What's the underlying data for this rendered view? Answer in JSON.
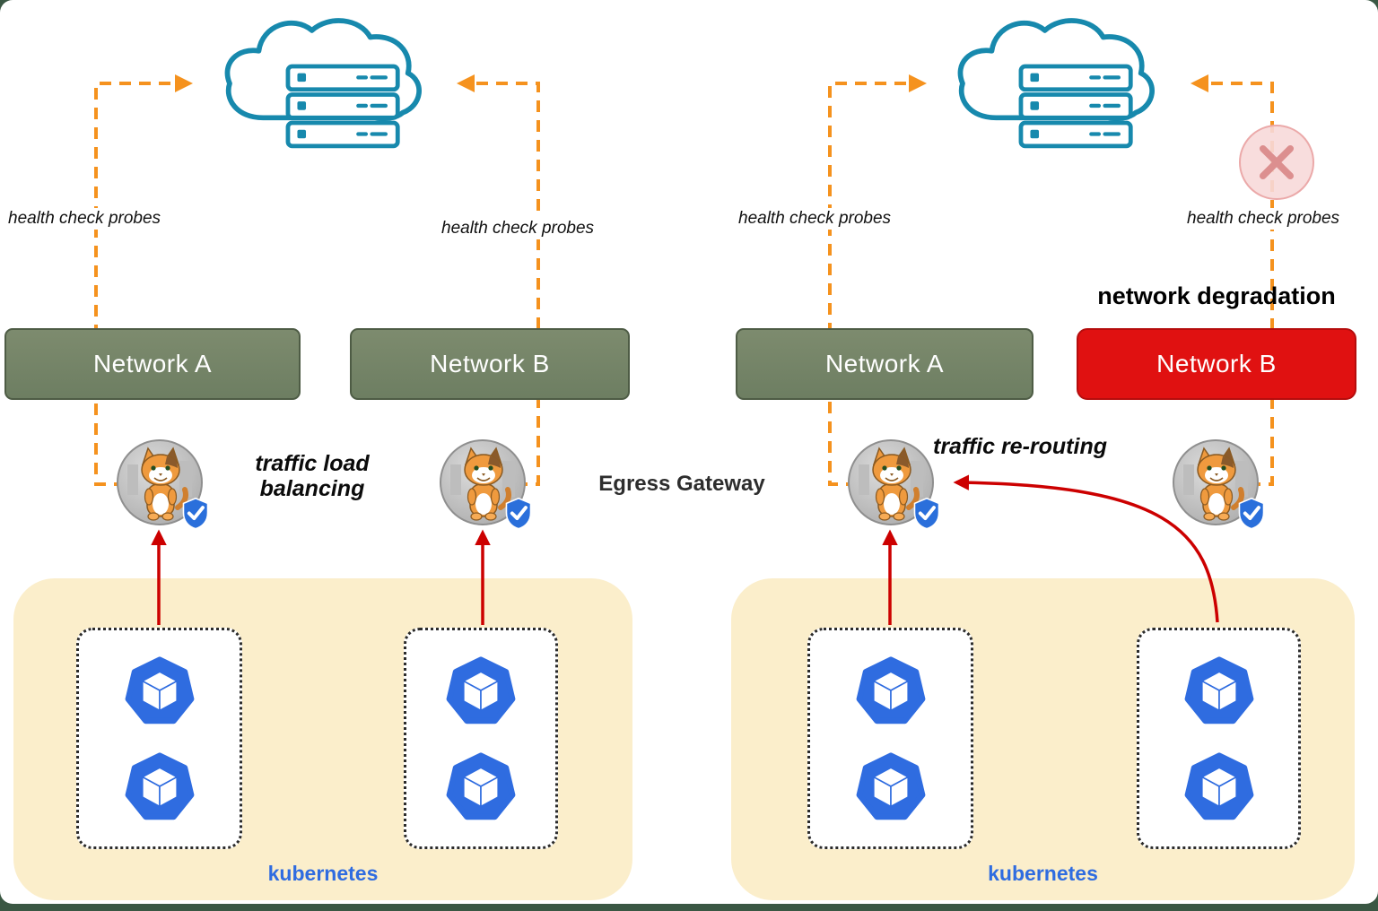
{
  "center_label": "Egress Gateway",
  "colors": {
    "orange": "#F5921E",
    "red_arrow": "#CC0000",
    "network_ok": "#6E7F63",
    "network_fail": "#E01111",
    "cluster_bg": "#FBEECB",
    "cloud_teal": "#1789AD",
    "kube_blue": "#2F6CE0"
  },
  "left": {
    "probes_left": "health check probes",
    "probes_right": "health check probes",
    "network_a": "Network A",
    "network_b": "Network B",
    "caption": "traffic load balancing",
    "cluster_label": "kubernetes"
  },
  "right": {
    "probes_left": "health check probes",
    "probes_right": "health check probes",
    "degradation": "network degradation",
    "network_a": "Network A",
    "network_b": "Network B",
    "caption": "traffic re-routing",
    "cluster_label": "kubernetes"
  }
}
